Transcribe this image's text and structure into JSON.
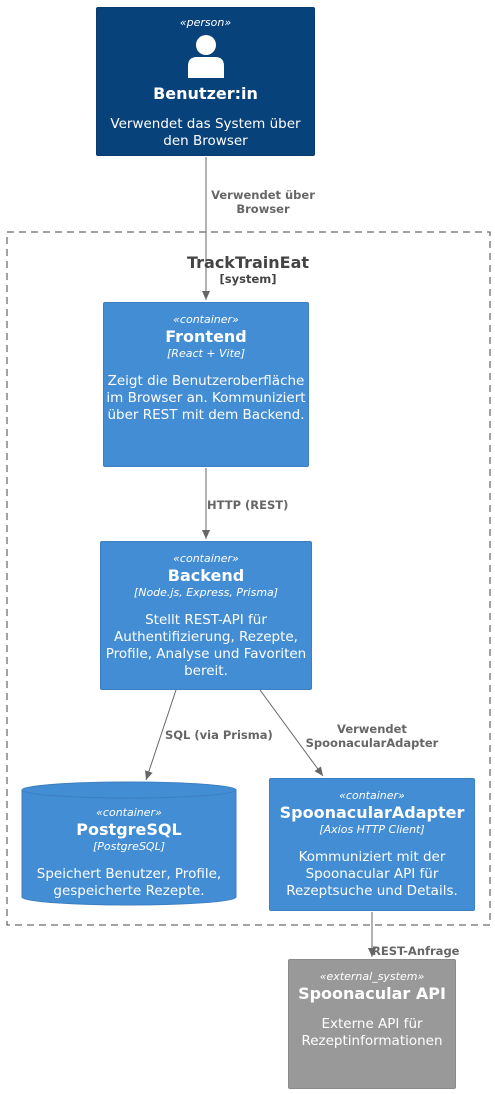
{
  "person": {
    "stereotype": "«person»",
    "title": "Benutzer:in",
    "description": "Verwendet das System über den Browser"
  },
  "boundary": {
    "title": "TrackTrainEat",
    "subtitle": "[system]"
  },
  "frontend": {
    "stereotype": "«container»",
    "title": "Frontend",
    "tech": "[React + Vite]",
    "description": "Zeigt die Benutzeroberfläche im Browser an. Kommuniziert über REST mit dem Backend."
  },
  "backend": {
    "stereotype": "«container»",
    "title": "Backend",
    "tech": "[Node.js, Express, Prisma]",
    "description": "Stellt REST-API für Authentifizierung, Rezepte, Profile, Analyse und Favoriten bereit."
  },
  "database": {
    "stereotype": "«container»",
    "title": "PostgreSQL",
    "tech": "[PostgreSQL]",
    "description": "Speichert Benutzer, Profile, gespeicherte Rezepte."
  },
  "adapter": {
    "stereotype": "«container»",
    "title": "SpoonacularAdapter",
    "tech": "[Axios HTTP Client]",
    "description": "Kommuniziert mit der Spoonacular API für Rezeptsuche und Details."
  },
  "external": {
    "stereotype": "«external_system»",
    "title": "Spoonacular API",
    "description": "Externe API für Rezeptinformationen"
  },
  "relations": {
    "person_frontend": "Verwendet über Browser",
    "frontend_backend": "HTTP (REST)",
    "backend_database": "SQL (via Prisma)",
    "backend_adapter": "Verwendet SpoonacularAdapter",
    "adapter_external": "REST-Anfrage"
  },
  "colors": {
    "person": "#08427b",
    "container": "#438dd5",
    "external": "#999999",
    "arrow": "#666666"
  }
}
